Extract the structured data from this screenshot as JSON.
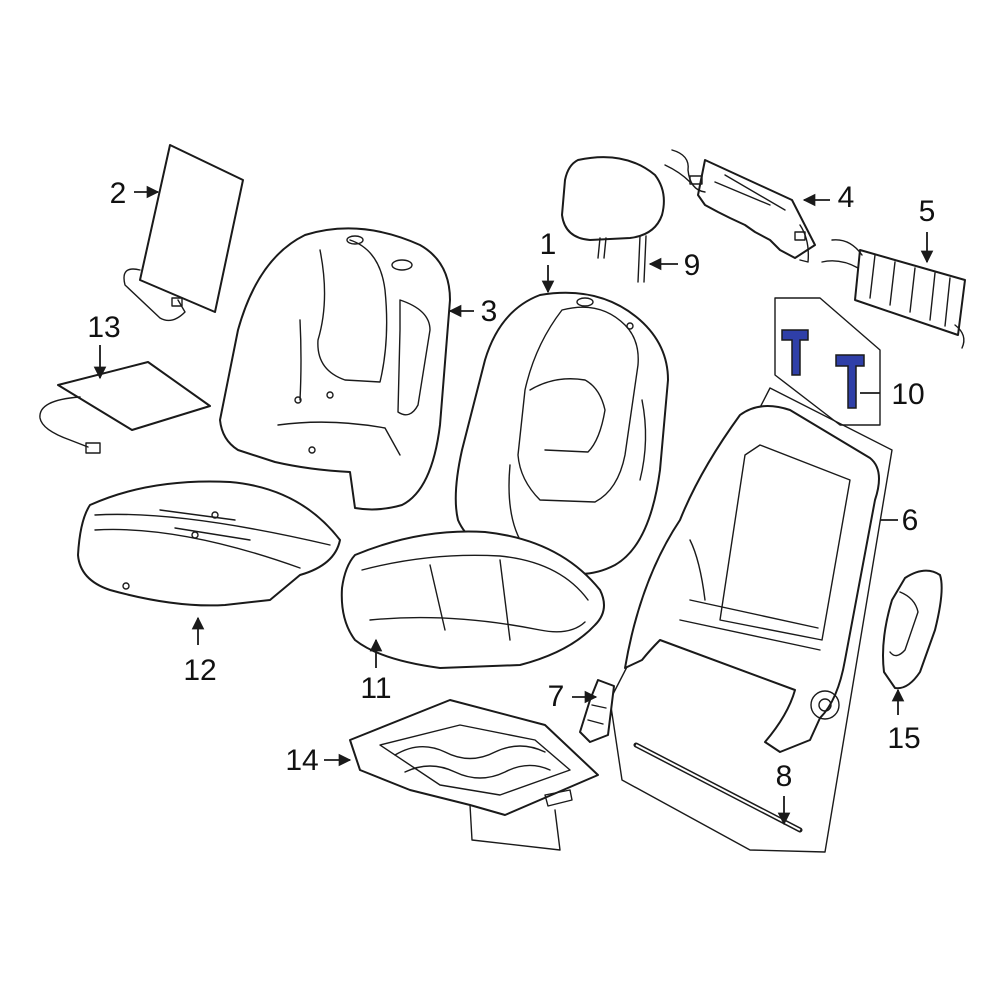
{
  "diagram": {
    "callouts": [
      {
        "id": "1",
        "label": "1"
      },
      {
        "id": "2",
        "label": "2"
      },
      {
        "id": "3",
        "label": "3"
      },
      {
        "id": "4",
        "label": "4"
      },
      {
        "id": "5",
        "label": "5"
      },
      {
        "id": "6",
        "label": "6"
      },
      {
        "id": "7",
        "label": "7"
      },
      {
        "id": "8",
        "label": "8"
      },
      {
        "id": "9",
        "label": "9"
      },
      {
        "id": "10",
        "label": "10"
      },
      {
        "id": "11",
        "label": "11"
      },
      {
        "id": "12",
        "label": "12"
      },
      {
        "id": "13",
        "label": "13"
      },
      {
        "id": "14",
        "label": "14"
      },
      {
        "id": "15",
        "label": "15"
      }
    ],
    "colors": {
      "line": "#1a1a1a",
      "highlight": "#2f3fa8",
      "background": "#ffffff"
    }
  }
}
